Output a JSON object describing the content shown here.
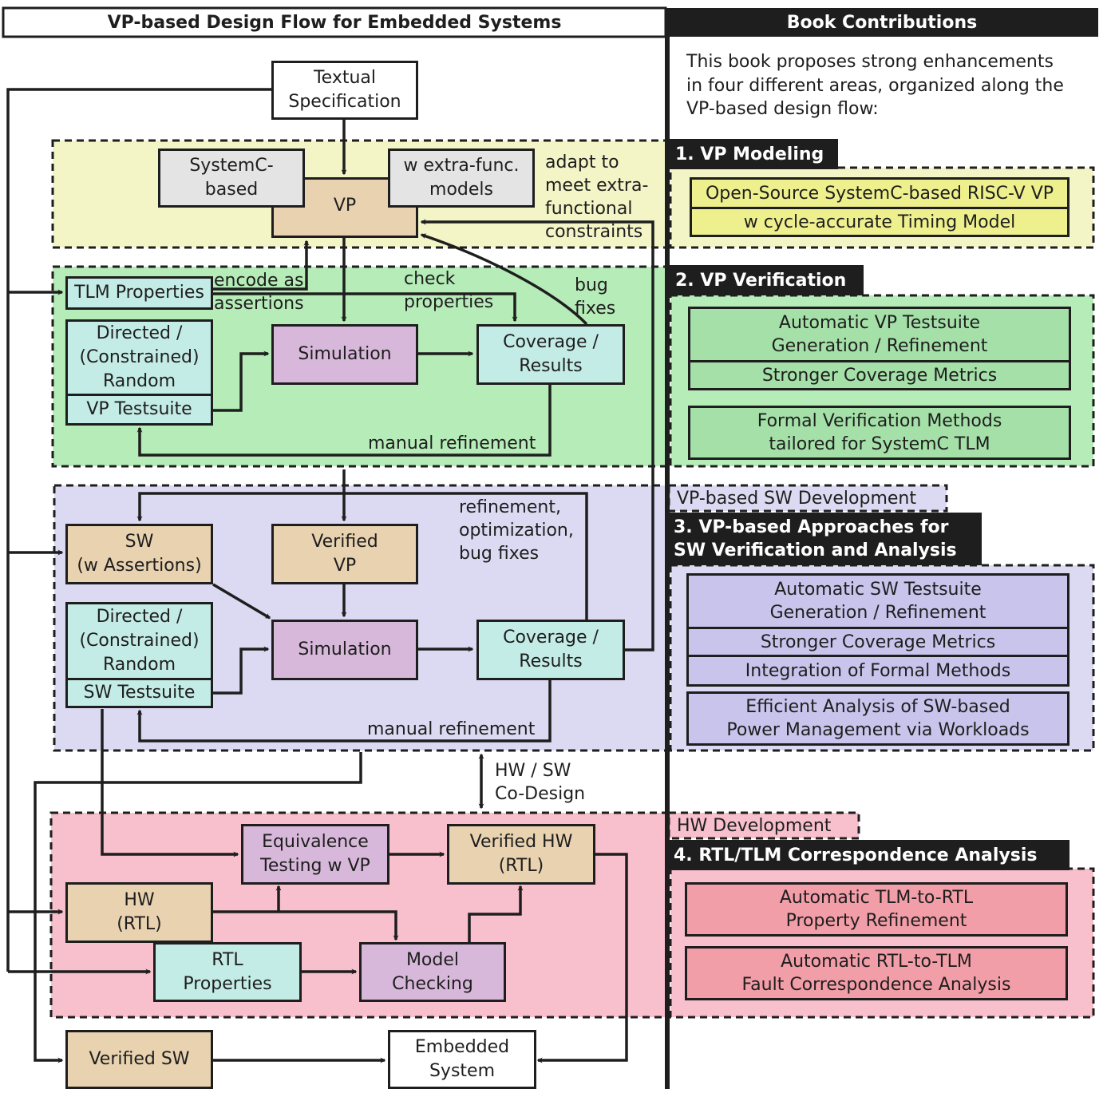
{
  "header": {
    "left_title": "VP-based Design Flow for Embedded Systems",
    "right_title": "Book Contributions"
  },
  "intro": "This book proposes strong enhancements\nin four different areas, organized along the\nVP-based design flow:",
  "colors": {
    "vp_modeling": "#f3f5c6",
    "vp_verification": "#b6ecb8",
    "sw_development": "#dcdaf2",
    "hw_development": "#f8bfcc",
    "contrib_yellow": "#eef08e",
    "contrib_green": "#a4e0a8",
    "contrib_purple": "#c8c4ec",
    "contrib_pink": "#f29ea8",
    "node_tan": "#e8d2b0",
    "node_cyan": "#c4ece6",
    "node_violet": "#d8b8da",
    "node_grey": "#e4e4e4"
  },
  "flow": {
    "textual_spec": "Textual\nSpecification",
    "systemc_based": "SystemC-\nbased",
    "vp": "VP",
    "extra_func": "w extra-func.\nmodels",
    "adapt_note": "adapt to\nmeet extra-\nfunctional\nconstraints",
    "tlm_properties": "TLM Properties",
    "encode_note": "encode as\nassertions",
    "check_note": "check\nproperties",
    "bugfix_note": "bug\nfixes",
    "directed_vp": "Directed /\n(Constrained)\nRandom",
    "vp_testsuite": "VP Testsuite",
    "simulation_vp": "Simulation",
    "coverage_vp": "Coverage /\nResults",
    "manual_refinement_vp": "manual refinement",
    "sw_assertions": "SW\n(w Assertions)",
    "verified_vp": "Verified\nVP",
    "refine_note": "refinement,\noptimization,\nbug fixes",
    "directed_sw": "Directed /\n(Constrained)\nRandom",
    "sw_testsuite": "SW Testsuite",
    "simulation_sw": "Simulation",
    "coverage_sw": "Coverage /\nResults",
    "manual_refinement_sw": "manual refinement",
    "codesign_note": "HW / SW\nCo-Design",
    "equivalence": "Equivalence\nTesting w VP",
    "verified_hw": "Verified HW\n(RTL)",
    "hw_rtl": "HW\n(RTL)",
    "rtl_properties": "RTL\nProperties",
    "model_checking": "Model\nChecking",
    "verified_sw": "Verified SW",
    "embedded_system": "Embedded\nSystem"
  },
  "sections": {
    "vp_based_sw_dev": "VP-based SW Development",
    "hw_dev": "HW Development"
  },
  "contributions": [
    {
      "heading": "1. VP Modeling",
      "items": [
        "Open-Source SystemC-based RISC-V VP",
        "w cycle-accurate Timing Model"
      ]
    },
    {
      "heading": "2. VP Verification",
      "items": [
        "Automatic VP Testsuite\nGeneration / Refinement",
        "Stronger Coverage Metrics",
        "Formal Verification Methods\ntailored for SystemC TLM"
      ]
    },
    {
      "heading": "3. VP-based Approaches for\nSW Verification and Analysis",
      "items": [
        "Automatic SW Testsuite\nGeneration / Refinement",
        "Stronger Coverage Metrics",
        "Integration of Formal Methods",
        "Efficient Analysis of SW-based\nPower Management via Workloads"
      ]
    },
    {
      "heading": "4. RTL/TLM Correspondence Analysis",
      "items": [
        "Automatic TLM-to-RTL\nProperty Refinement",
        "Automatic RTL-to-TLM\nFault Correspondence Analysis"
      ]
    }
  ]
}
